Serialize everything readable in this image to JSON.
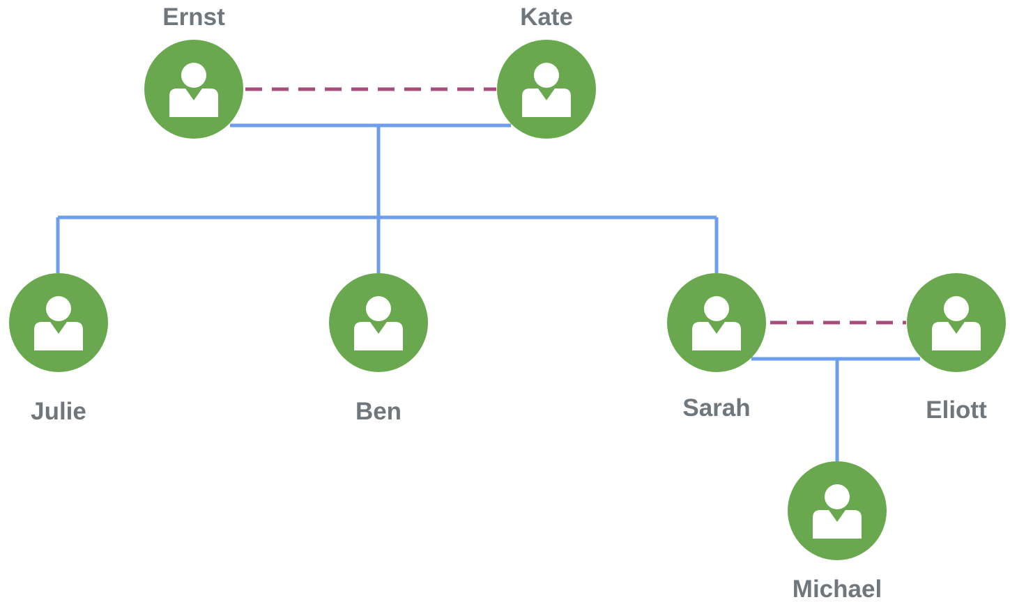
{
  "colors": {
    "node_fill": "#6aa84f",
    "icon": "#ffffff",
    "label": "#6f767c",
    "parent_child_link": "#6d9eeb",
    "partner_link": "#a64d79"
  },
  "icon": "person-icon",
  "people": {
    "ernst": "Ernst",
    "kate": "Kate",
    "julie": "Julie",
    "ben": "Ben",
    "sarah": "Sarah",
    "eliott": "Eliott",
    "michael": "Michael"
  },
  "partnerships": [
    [
      "ernst",
      "kate"
    ],
    [
      "sarah",
      "eliott"
    ]
  ],
  "children": [
    {
      "parents": [
        "ernst",
        "kate"
      ],
      "children": [
        "julie",
        "ben",
        "sarah"
      ]
    },
    {
      "parents": [
        "sarah",
        "eliott"
      ],
      "children": [
        "michael"
      ]
    }
  ]
}
